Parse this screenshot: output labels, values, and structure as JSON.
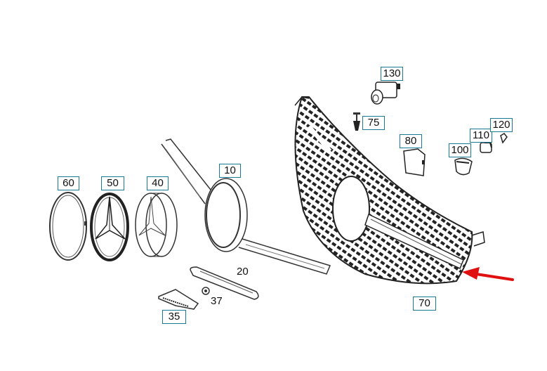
{
  "diagram": {
    "title": "Radiator grille exploded parts diagram",
    "callout_color": "#1a7a96",
    "arrow_color": "#e01010",
    "labels": {
      "p60": "60",
      "p50": "50",
      "p40": "40",
      "p10": "10",
      "p20": "20",
      "p35": "35",
      "p37": "37",
      "p70": "70",
      "p75": "75",
      "p80": "80",
      "p100": "100",
      "p110": "110",
      "p120": "120",
      "p130": "130"
    },
    "parts": [
      {
        "id": "60",
        "name": "emblem-trim-ring"
      },
      {
        "id": "50",
        "name": "star-emblem"
      },
      {
        "id": "40",
        "name": "emblem-carrier"
      },
      {
        "id": "10",
        "name": "grille-louver-with-ring"
      },
      {
        "id": "20",
        "name": "lower-trim-strip"
      },
      {
        "id": "35",
        "name": "bracket"
      },
      {
        "id": "37",
        "name": "clip"
      },
      {
        "id": "70",
        "name": "radiator-grille"
      },
      {
        "id": "75",
        "name": "expanding-rivet"
      },
      {
        "id": "80",
        "name": "control-unit"
      },
      {
        "id": "100",
        "name": "sensor-housing"
      },
      {
        "id": "110",
        "name": "sensor"
      },
      {
        "id": "120",
        "name": "retaining-clip"
      },
      {
        "id": "130",
        "name": "camera"
      }
    ],
    "highlight": {
      "target": "70",
      "indicator": "red-arrow"
    }
  }
}
